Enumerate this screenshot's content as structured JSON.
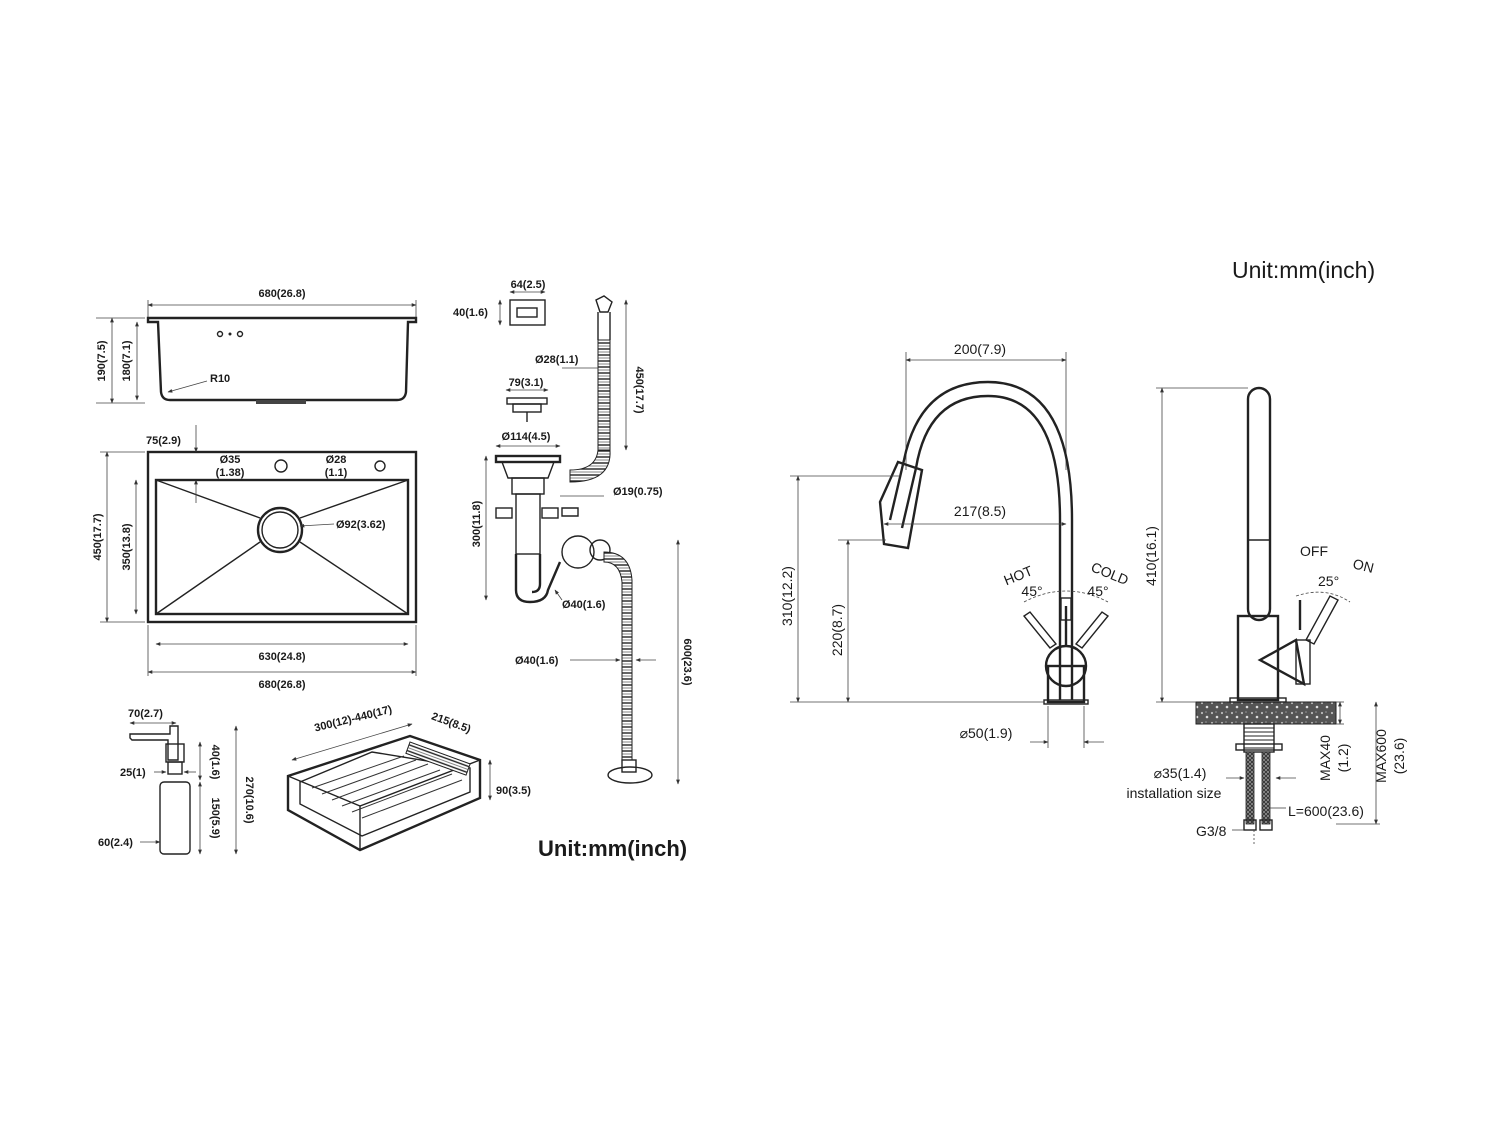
{
  "left_sheet": {
    "unit": "Unit:mm(inch)",
    "sink_side": {
      "width": "680(26.8)",
      "h1": "190(7.5)",
      "h2": "180(7.1)",
      "radius": "R10"
    },
    "sink_top": {
      "offset": "75(2.9)",
      "hole1_d": "Ø35",
      "hole1_in": "(1.38)",
      "hole2_d": "Ø28",
      "hole2_in": "(1.1)",
      "drain": "Ø92(3.62)",
      "outer_h": "450(17.7)",
      "inner_h": "350(13.8)",
      "inner_w": "630(24.8)",
      "outer_w": "680(26.8)"
    },
    "overflow": {
      "w": "64(2.5)",
      "h": "40(1.6)",
      "hose_d": "Ø28(1.1)",
      "hose_len": "450(17.7)"
    },
    "strainer": {
      "top_d": "79(3.1)",
      "body_d": "Ø114(4.5)",
      "side_d": "Ø19(0.75)",
      "height": "300(11.8)",
      "trap_d": "Ø40(1.6)"
    },
    "drain_hose": {
      "d": "Ø40(1.6)",
      "len": "600(23.6)"
    },
    "soap": {
      "spout": "70(2.7)",
      "neck": "25(1)",
      "top_h": "40(1.6)",
      "bottle_h": "150(5.9)",
      "total_h": "270(10.6)",
      "bottle_d": "60(2.4)"
    },
    "basket": {
      "len": "300(12)-440(17)",
      "w": "215(8.5)",
      "h": "90(3.5)"
    }
  },
  "right_sheet": {
    "unit": "Unit:mm(inch)",
    "faucet_front": {
      "reach": "200(7.9)",
      "spout_reach": "217(8.5)",
      "height": "310(12.2)",
      "spout_h": "220(8.7)",
      "hot": "HOT",
      "cold": "COLD",
      "hot_angle": "45°",
      "cold_angle": "45°",
      "base_d": "⌀50(1.9)"
    },
    "faucet_side": {
      "height": "410(16.1)",
      "off": "OFF",
      "on": "ON",
      "angle": "25°",
      "install_d": "⌀35(1.4)",
      "install_label": "installation size",
      "max_deck": "MAX40",
      "max_deck_in": "(1.2)",
      "max_hose": "MAX600",
      "max_hose_in": "(23.6)",
      "hose_len": "L=600(23.6)",
      "thread": "G3/8"
    }
  }
}
